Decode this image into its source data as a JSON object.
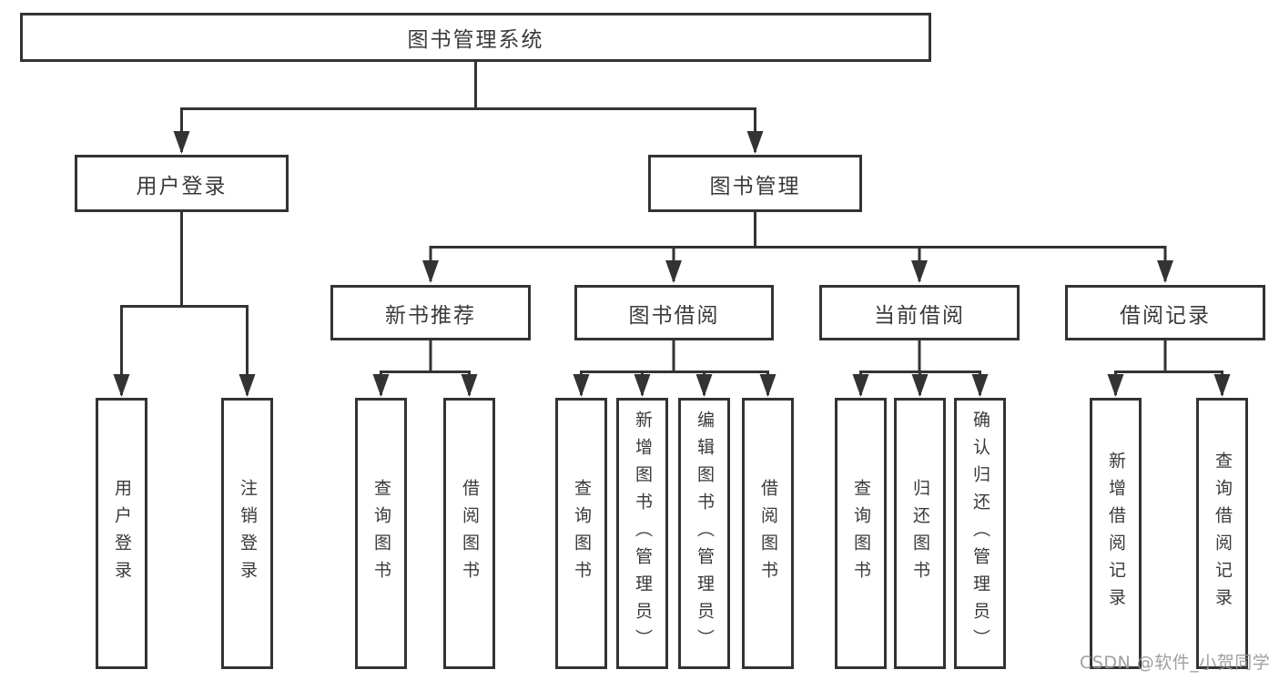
{
  "tree": {
    "root": "图书管理系统",
    "children": [
      {
        "label": "用户登录",
        "children": [
          {
            "label": "用户登录"
          },
          {
            "label": "注销登录"
          }
        ]
      },
      {
        "label": "图书管理",
        "children": [
          {
            "label": "新书推荐",
            "children": [
              {
                "label": "查询图书"
              },
              {
                "label": "借阅图书"
              }
            ]
          },
          {
            "label": "图书借阅",
            "children": [
              {
                "label": "查询图书"
              },
              {
                "label": "新增图书（管理员）"
              },
              {
                "label": "编辑图书（管理员）"
              },
              {
                "label": "借阅图书"
              }
            ]
          },
          {
            "label": "当前借阅",
            "children": [
              {
                "label": "查询图书"
              },
              {
                "label": "归还图书"
              },
              {
                "label": "确认归还（管理员）"
              }
            ]
          },
          {
            "label": "借阅记录",
            "children": [
              {
                "label": "新增借阅记录"
              },
              {
                "label": "查询借阅记录"
              }
            ]
          }
        ]
      }
    ]
  },
  "watermark": "CSDN @软件_小贺同学",
  "colors": {
    "line": "#333333",
    "text": "#3a3a3a",
    "watermark": "#979797",
    "background": "#ffffff"
  }
}
